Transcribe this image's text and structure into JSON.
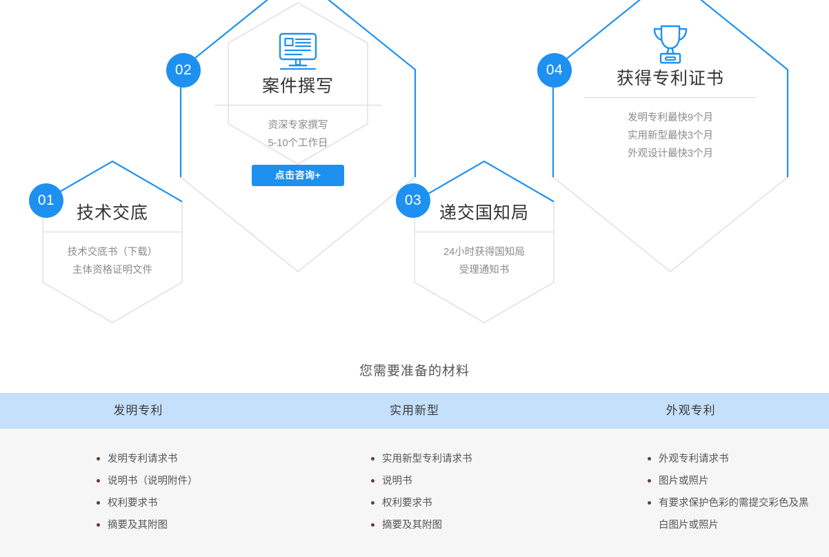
{
  "theme": {
    "accent_blue": "#1e90f0",
    "hex_gray": "#d8d8d8",
    "header_band": "#c5e0fb",
    "body_band": "#f6f6f6",
    "bullet": "#6b3a2c"
  },
  "flow": {
    "steps": [
      {
        "number": "01",
        "icon": null,
        "title": "技术交底",
        "lines": [
          "技术交底书（下载）",
          "主体资格证明文件"
        ],
        "button": null
      },
      {
        "number": "02",
        "icon": "monitor-document-icon",
        "title": "案件撰写",
        "lines": [
          "资深专家撰写",
          "5-10个工作日"
        ],
        "button": "点击咨询+"
      },
      {
        "number": "03",
        "icon": null,
        "title": "递交国知局",
        "lines": [
          "24小时获得国知局",
          "受理通知书"
        ],
        "button": null
      },
      {
        "number": "04",
        "icon": "trophy-icon",
        "title": "获得专利证书",
        "lines": [
          "发明专利最快9个月",
          "实用新型最快3个月",
          "外观设计最快3个月"
        ],
        "button": null
      }
    ]
  },
  "materials": {
    "title": "您需要准备的材料",
    "columns": [
      {
        "header": "发明专利",
        "items": [
          "发明专利请求书",
          "说明书（说明附件）",
          "权利要求书",
          "摘要及其附图"
        ]
      },
      {
        "header": "实用新型",
        "items": [
          "实用新型专利请求书",
          "说明书",
          "权利要求书",
          "摘要及其附图"
        ]
      },
      {
        "header": "外观专利",
        "items": [
          "外观专利请求书",
          "图片或照片",
          "有要求保护色彩的需提交彩色及黑白图片或照片"
        ]
      }
    ]
  }
}
